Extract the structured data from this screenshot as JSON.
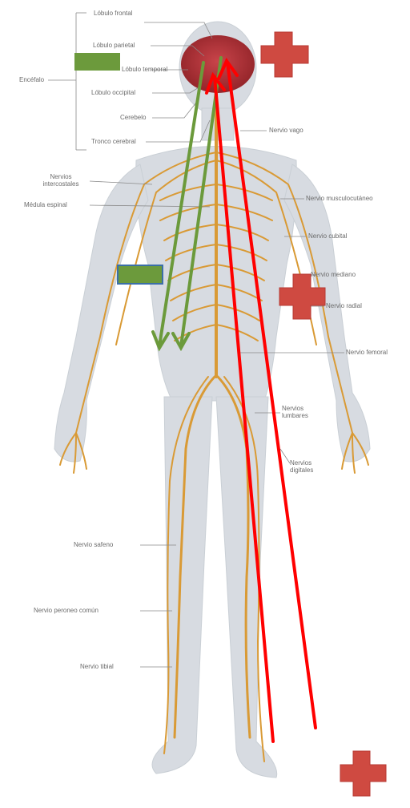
{
  "diagram": {
    "subject": "",
    "labels_left": [
      {
        "id": "lobulo-frontal",
        "text": "Lóbulo frontal"
      },
      {
        "id": "lobulo-parietal",
        "text": "Lóbulo parietal"
      },
      {
        "id": "lobulo-temporal",
        "text": "Lóbulo temporal"
      },
      {
        "id": "lobulo-occipital",
        "text": "Lóbulo occipital"
      },
      {
        "id": "cerebelo",
        "text": "Cerebelo"
      },
      {
        "id": "tronco-cerebral",
        "text": "Tronco cerebral"
      },
      {
        "id": "encefalo",
        "text": "Encéfalo"
      },
      {
        "id": "nervios-intercostales",
        "text": "Nervios intercostales"
      },
      {
        "id": "medula-espinal",
        "text": "Médula espinal"
      },
      {
        "id": "nervio-safeno",
        "text": "Nervio safeno"
      },
      {
        "id": "nervio-peroneo-comun",
        "text": "Nervio peroneo común"
      },
      {
        "id": "nervio-tibial",
        "text": "Nervio tibial"
      }
    ],
    "labels_right": [
      {
        "id": "nervio-vago",
        "text": "Nervio vago"
      },
      {
        "id": "nervio-musculocutaneo",
        "text": "Nervio musculocutáneo"
      },
      {
        "id": "nervio-cubital",
        "text": "Nervio cubital"
      },
      {
        "id": "nervio-mediano",
        "text": "Nervio mediano"
      },
      {
        "id": "nervio-radial",
        "text": "Nervio radial"
      },
      {
        "id": "nervio-femoral",
        "text": "Nervio femoral"
      },
      {
        "id": "nervios-lumbares",
        "text": "Nervios lumbares"
      },
      {
        "id": "nervios-digitales",
        "text": "Nervios digitales"
      }
    ],
    "colors": {
      "nerve": "#d99a35",
      "body": "#c9cfd6",
      "brain": "#b5333a",
      "plus": "#cf4a41",
      "green_arrow": "#6b9a3b",
      "red_arrow": "#ff0000",
      "green_box": "#6c9a3c",
      "green_box_border": "#3b6fa8"
    },
    "annotations": {
      "plus_icons": 3,
      "green_boxes": 2,
      "green_arrows": 2,
      "red_arrows": 2
    }
  }
}
